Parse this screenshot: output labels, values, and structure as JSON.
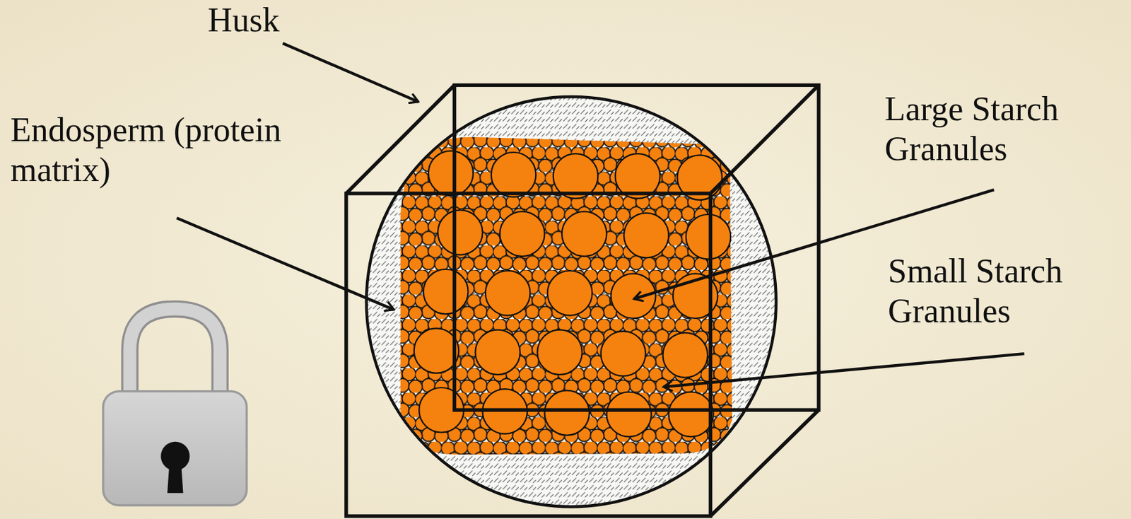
{
  "diagram": {
    "labels": [
      "Husk",
      "Endosperm (protein matrix)",
      "Large Starch Granules",
      "Small Starch Granules"
    ]
  }
}
